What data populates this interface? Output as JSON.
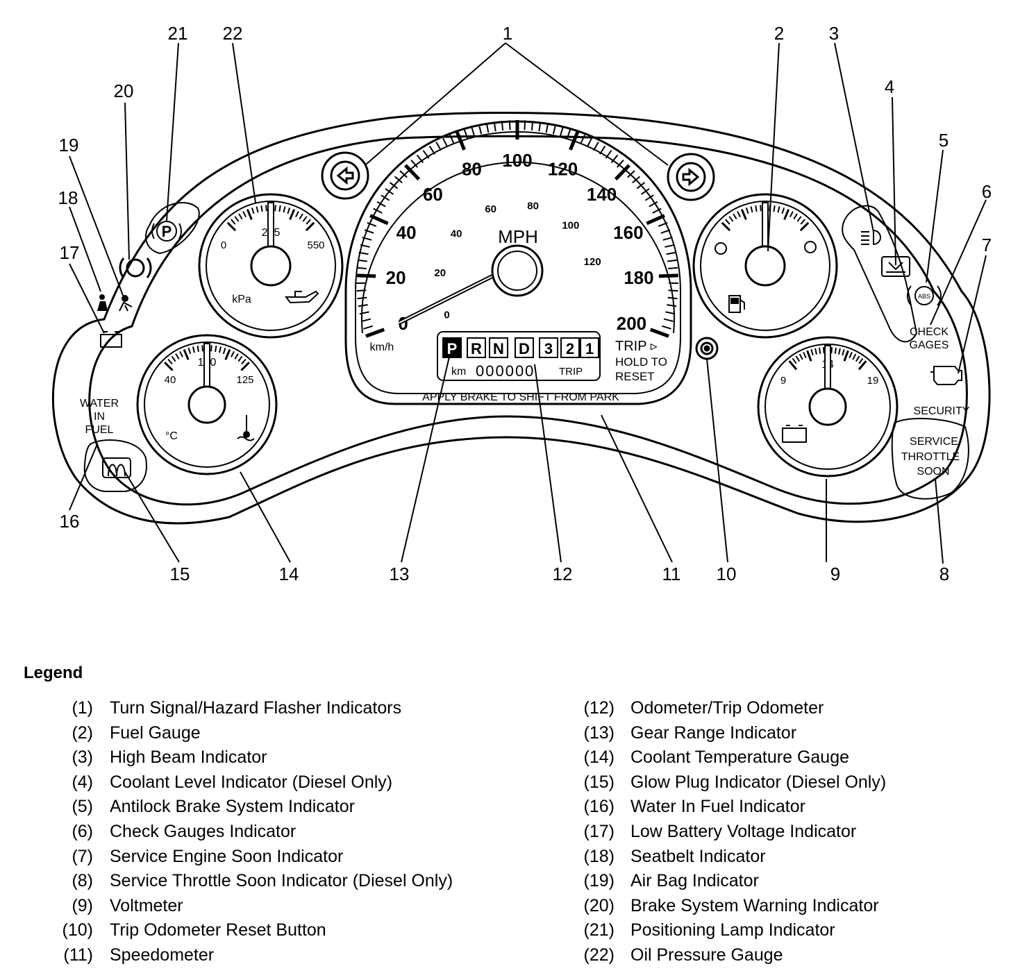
{
  "callouts": [
    {
      "id": "1",
      "label": "1"
    },
    {
      "id": "2",
      "label": "2"
    },
    {
      "id": "3",
      "label": "3"
    },
    {
      "id": "4",
      "label": "4"
    },
    {
      "id": "5",
      "label": "5"
    },
    {
      "id": "6",
      "label": "6"
    },
    {
      "id": "7",
      "label": "7"
    },
    {
      "id": "8",
      "label": "8"
    },
    {
      "id": "9",
      "label": "9"
    },
    {
      "id": "10",
      "label": "10"
    },
    {
      "id": "11",
      "label": "11"
    },
    {
      "id": "12",
      "label": "12"
    },
    {
      "id": "13",
      "label": "13"
    },
    {
      "id": "14",
      "label": "14"
    },
    {
      "id": "15",
      "label": "15"
    },
    {
      "id": "16",
      "label": "16"
    },
    {
      "id": "17",
      "label": "17"
    },
    {
      "id": "18",
      "label": "18"
    },
    {
      "id": "19",
      "label": "19"
    },
    {
      "id": "20",
      "label": "20"
    },
    {
      "id": "21",
      "label": "21"
    },
    {
      "id": "22",
      "label": "22"
    }
  ],
  "speedometer": {
    "mph_unit": "MPH",
    "kmh_unit": "km/h",
    "mph_ticks": [
      "0",
      "20",
      "40",
      "60",
      "80",
      "100",
      "120",
      "140",
      "160",
      "180",
      "200"
    ],
    "kmh_ticks": [
      "0",
      "20",
      "40",
      "60",
      "80",
      "100",
      "120"
    ],
    "prnd": [
      "P",
      "R",
      "N",
      "D",
      "3",
      "2",
      "1"
    ],
    "odo_unit": "km",
    "odo_digits": "000000",
    "odo_trip": "TRIP",
    "trip_label": "TRIP ▹",
    "trip_hold": "HOLD TO",
    "trip_reset": "RESET",
    "brake_text": "APPLY BRAKE TO SHIFT FROM PARK"
  },
  "oil_gauge": {
    "min": "0",
    "mid": "275",
    "max": "550",
    "unit": "kPa"
  },
  "coolant_gauge": {
    "min": "40",
    "mid": "100",
    "max": "125",
    "unit": "°C"
  },
  "volt_gauge": {
    "min": "9",
    "mid": "14",
    "max": "19"
  },
  "indicators": {
    "check_gages_1": "CHECK",
    "check_gages_2": "GAGES",
    "security": "SECURITY",
    "service_1": "SERVICE",
    "service_2": "THROTTLE",
    "service_3": "SOON",
    "water_1": "WATER",
    "water_2": "IN",
    "water_3": "FUEL",
    "abs": "ABS",
    "parking": "P"
  },
  "legend": {
    "title": "Legend",
    "left": [
      {
        "num": "(1)",
        "text": "Turn Signal/Hazard Flasher Indicators"
      },
      {
        "num": "(2)",
        "text": "Fuel Gauge"
      },
      {
        "num": "(3)",
        "text": "High Beam Indicator"
      },
      {
        "num": "(4)",
        "text": "Coolant Level Indicator (Diesel Only)"
      },
      {
        "num": "(5)",
        "text": "Antilock Brake System Indicator"
      },
      {
        "num": "(6)",
        "text": "Check Gauges Indicator"
      },
      {
        "num": "(7)",
        "text": "Service Engine Soon Indicator"
      },
      {
        "num": "(8)",
        "text": "Service Throttle Soon Indicator (Diesel Only)"
      },
      {
        "num": "(9)",
        "text": "Voltmeter"
      },
      {
        "num": "(10)",
        "text": "Trip Odometer Reset Button"
      },
      {
        "num": "(11)",
        "text": "Speedometer"
      }
    ],
    "right": [
      {
        "num": "(12)",
        "text": "Odometer/Trip Odometer"
      },
      {
        "num": "(13)",
        "text": "Gear Range Indicator"
      },
      {
        "num": "(14)",
        "text": "Coolant Temperature Gauge"
      },
      {
        "num": "(15)",
        "text": "Glow Plug Indicator (Diesel Only)"
      },
      {
        "num": "(16)",
        "text": "Water In Fuel Indicator"
      },
      {
        "num": "(17)",
        "text": "Low Battery Voltage Indicator"
      },
      {
        "num": "(18)",
        "text": "Seatbelt Indicator"
      },
      {
        "num": "(19)",
        "text": "Air Bag Indicator"
      },
      {
        "num": "(20)",
        "text": "Brake System Warning Indicator"
      },
      {
        "num": "(21)",
        "text": "Positioning Lamp Indicator"
      },
      {
        "num": "(22)",
        "text": "Oil Pressure Gauge"
      }
    ]
  }
}
